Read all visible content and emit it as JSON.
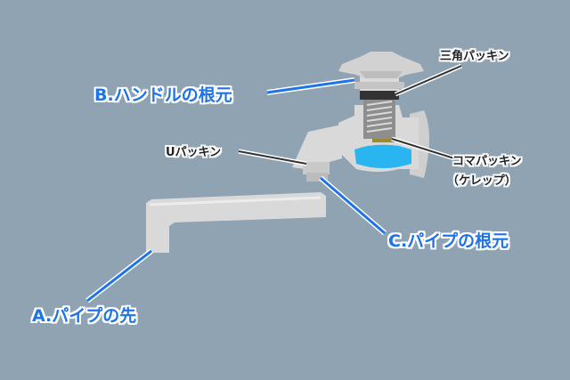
{
  "labels": {
    "handle_base": "B.ハンドルの根元",
    "pipe_tip": "A.パイプの先",
    "pipe_base": "C.パイプの根元",
    "triangle_packing": "三角パッキン",
    "u_packing": "Uパッキン",
    "koma_packing": "コマパッキン",
    "kerepp": "（ケレップ）"
  },
  "colors": {
    "background": "#8fa3b3",
    "accent_blue": "#1e73e6",
    "water": "#29b6f0",
    "faucet_body": "#d6d6d6"
  }
}
